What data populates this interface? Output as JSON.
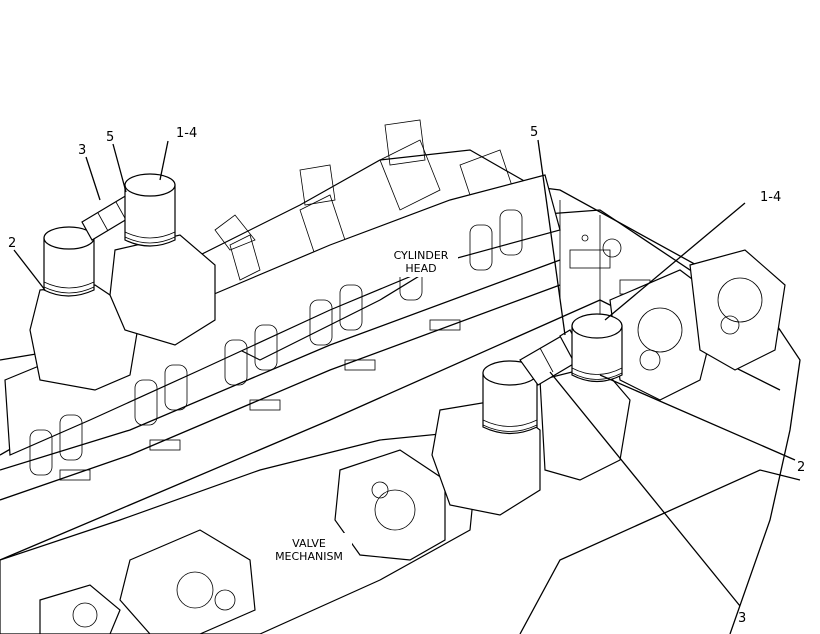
{
  "callouts": {
    "left": {
      "c1": "1-4",
      "c2": "2",
      "c3": "3",
      "c5": "5"
    },
    "right": {
      "c1": "1-4",
      "c2": "2",
      "c3": "3",
      "c5": "5"
    }
  },
  "component_labels": {
    "cylinder_head": [
      "CYLINDER",
      "HEAD"
    ],
    "valve_mechanism": [
      "VALVE",
      "MECHANISM"
    ]
  }
}
